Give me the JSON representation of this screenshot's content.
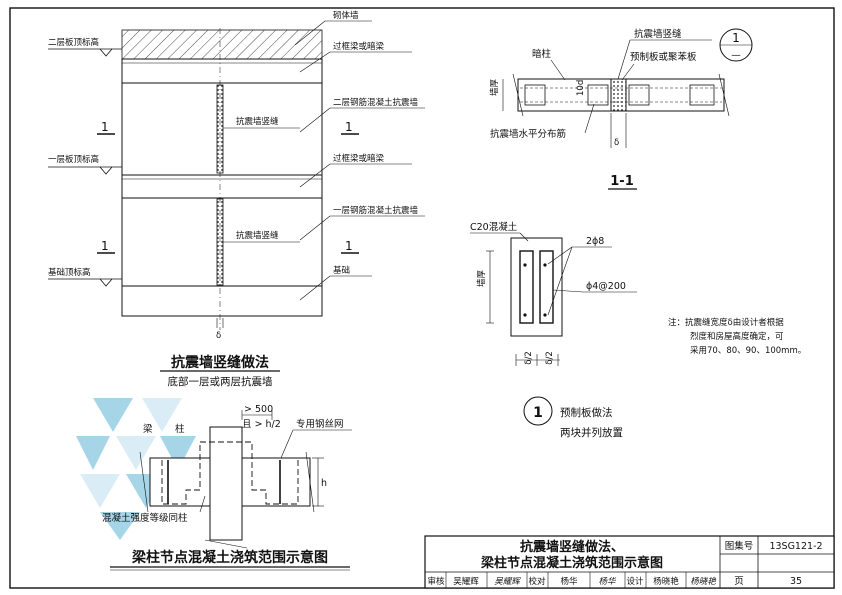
{
  "elevation": {
    "l_top_floor": "二层板顶标高",
    "l_first_floor": "一层板顶标高",
    "l_foundation": "基础顶标高",
    "l_masonry": "砌体墙",
    "l_beam_upper": "过框梁或暗梁",
    "l_beam_lower": "过框梁或暗梁",
    "l_wall2": "二层钢筋混凝土抗震墙",
    "l_wall1": "一层钢筋混凝土抗震墙",
    "l_joint_upper": "抗震墙竖缝",
    "l_joint_lower": "抗震墙竖缝",
    "l_base": "基础",
    "sec_mark_1": "1",
    "sec_mark_2": "1",
    "sec_mark_3": "1",
    "sec_mark_4": "1",
    "delta": "δ",
    "title": "抗震墙竖缝做法",
    "subtitle": "底部一层或两层抗震墙"
  },
  "section11": {
    "l_column": "暗柱",
    "l_joint": "抗震墙竖缝",
    "l_board": "预制板或聚苯板",
    "l_thickness": "墙厚",
    "l_10d": "10d",
    "l_rebar": "抗震墙水平分布筋",
    "delta": "δ",
    "bubble_top": "1",
    "bubble_bottom": "—",
    "title": "1-1"
  },
  "detail1": {
    "l_concrete": "C20混凝土",
    "l_thickness": "墙厚",
    "l_bars": "2ϕ8",
    "l_stirrup": "ϕ4@200",
    "dim_a": "δ/2",
    "dim_b": "δ/2",
    "bubble": "1",
    "caption1": "预制板做法",
    "caption2": "两块并列放置"
  },
  "note": {
    "line1": "注：抗震缝宽度δ由设计者根据",
    "line2": "烈度和房屋高度确定，可",
    "line3": "采用70、80、90、100mm。"
  },
  "joint": {
    "l_gt500": "> 500",
    "l_h2": "且 > h/2",
    "l_mesh": "专用钢丝网",
    "l_beam": "梁",
    "l_column": "柱",
    "l_h": "h",
    "l_grade": "混凝土强度等级同柱",
    "title": "梁柱节点混凝土浇筑范围示意图"
  },
  "titleblock": {
    "title1": "抗震墙竖缝做法、",
    "title2": "梁柱节点混凝土浇筑范围示意图",
    "atlas_label": "图集号",
    "atlas_no": "13SG121-2",
    "page_label": "页",
    "page_no": "35",
    "review_label": "审核",
    "reviewer": "吴耀辉",
    "review_sig": "吴耀辉",
    "check_label": "校对",
    "checker": "杨华",
    "check_sig": "杨华",
    "design_label": "设计",
    "designer": "杨晓艳",
    "design_sig": "杨晓艳"
  },
  "colors": {
    "watermark": "#5fb3d6",
    "ink": "#111111"
  }
}
